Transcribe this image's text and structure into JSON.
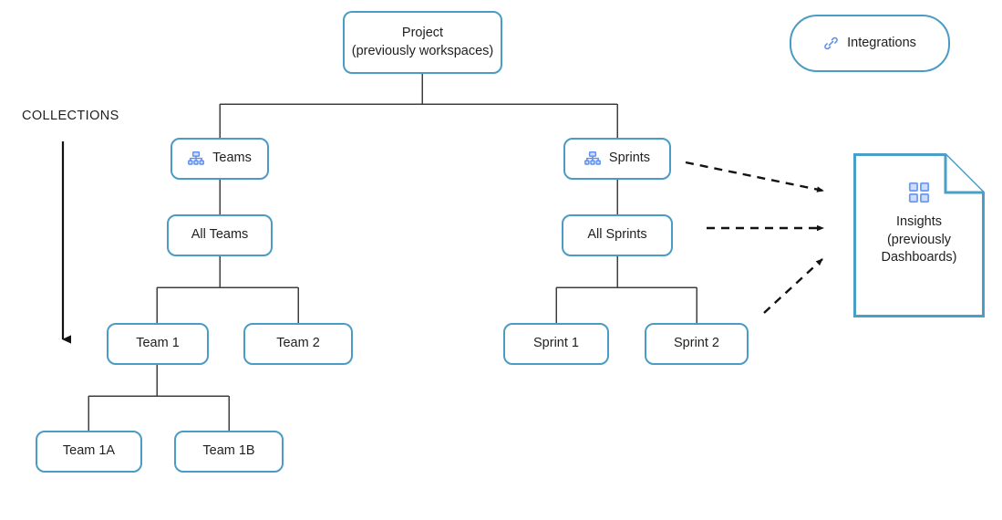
{
  "diagram": {
    "title": "Project hierarchy diagram",
    "colors": {
      "node_border": "#4a9cc4",
      "doc_border": "#4a9fc8",
      "connector": "#3f3f3f",
      "icon_blue": "#5b8def",
      "text": "#1f1f1f"
    },
    "side_label": "COLLECTIONS",
    "nodes": [
      {
        "id": "project",
        "label": "Project\n(previously workspaces)",
        "icon": null
      },
      {
        "id": "integrations",
        "label": "Integrations",
        "icon": "link-chain-icon"
      },
      {
        "id": "teams",
        "label": "Teams",
        "icon": "org-chart-icon"
      },
      {
        "id": "sprints",
        "label": "Sprints",
        "icon": "org-chart-icon"
      },
      {
        "id": "all-teams",
        "label": "All Teams",
        "icon": null
      },
      {
        "id": "all-sprints",
        "label": "All Sprints",
        "icon": null
      },
      {
        "id": "team-1",
        "label": "Team 1",
        "icon": null
      },
      {
        "id": "team-2",
        "label": "Team 2",
        "icon": null
      },
      {
        "id": "sprint-1",
        "label": "Sprint 1",
        "icon": null
      },
      {
        "id": "sprint-2",
        "label": "Sprint 2",
        "icon": null
      },
      {
        "id": "team-1a",
        "label": "Team 1A",
        "icon": null
      },
      {
        "id": "team-1b",
        "label": "Team 1B",
        "icon": null
      }
    ],
    "insights": {
      "label": "Insights\n(previously\nDashboards)",
      "icon": "grid-dashboard-icon"
    },
    "edges": [
      {
        "from": "project",
        "to": "teams",
        "style": "solid"
      },
      {
        "from": "project",
        "to": "sprints",
        "style": "solid"
      },
      {
        "from": "teams",
        "to": "all-teams",
        "style": "solid"
      },
      {
        "from": "sprints",
        "to": "all-sprints",
        "style": "solid"
      },
      {
        "from": "all-teams",
        "to": "team-1",
        "style": "solid"
      },
      {
        "from": "all-teams",
        "to": "team-2",
        "style": "solid"
      },
      {
        "from": "all-sprints",
        "to": "sprint-1",
        "style": "solid"
      },
      {
        "from": "all-sprints",
        "to": "sprint-2",
        "style": "solid"
      },
      {
        "from": "team-1",
        "to": "team-1a",
        "style": "solid"
      },
      {
        "from": "team-1",
        "to": "team-1b",
        "style": "solid"
      },
      {
        "from": "sprints",
        "to": "insights",
        "style": "dashed-arrow"
      },
      {
        "from": "all-sprints",
        "to": "insights",
        "style": "dashed-arrow"
      },
      {
        "from": "sprint-2",
        "to": "insights",
        "style": "dashed-arrow"
      }
    ]
  }
}
